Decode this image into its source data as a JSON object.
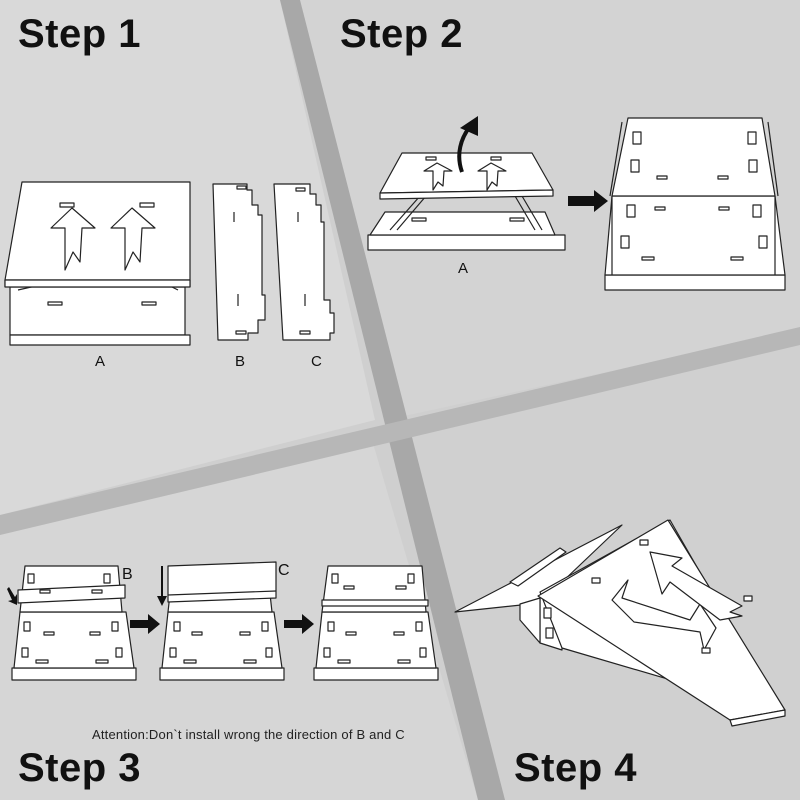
{
  "steps": {
    "s1": {
      "title": "Step 1",
      "parts": [
        "A",
        "B",
        "C"
      ]
    },
    "s2": {
      "title": "Step 2",
      "part": "A"
    },
    "s3": {
      "title": "Step 3",
      "labels": [
        "B",
        "C"
      ],
      "attention": "Attention:Don`t install wrong the direction of B and C"
    },
    "s4": {
      "title": "Step 4"
    }
  },
  "colors": {
    "board": "#ffffff",
    "line": "#222222",
    "arrow_fill": "#111111",
    "bg_light": "#dadada",
    "bg_mid": "#cfcfcf",
    "divider": "#a6a6a6"
  },
  "icons": [
    "up-arrow-cutout-icon",
    "curved-arrow-icon",
    "right-arrow-icon",
    "down-arrow-icon",
    "hinge-icon"
  ]
}
